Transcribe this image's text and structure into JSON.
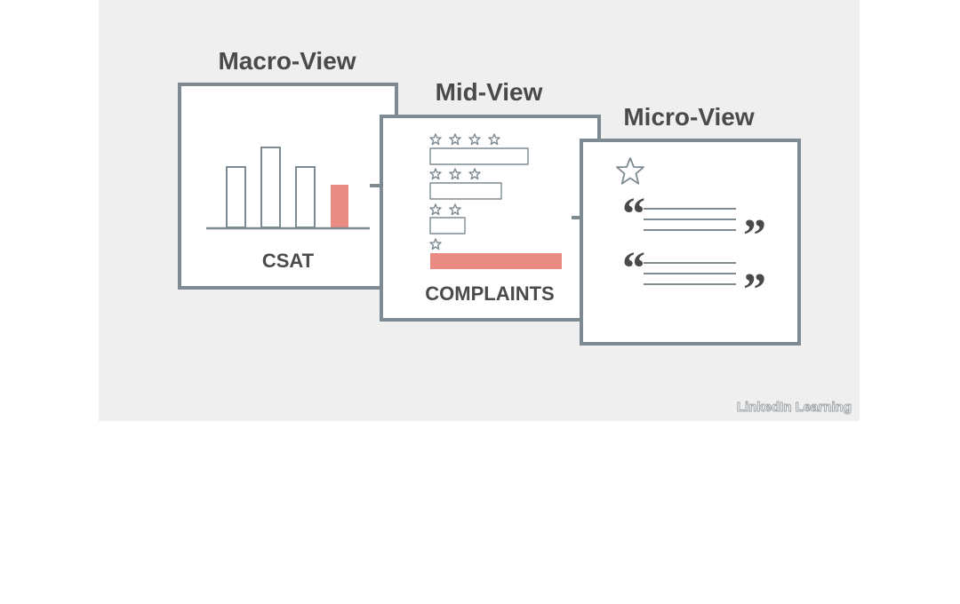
{
  "diagram": {
    "titles": {
      "macro": "Macro-View",
      "mid": "Mid-View",
      "micro": "Micro-View"
    },
    "labels": {
      "macro": "CSAT",
      "mid": "COMPLAINTS"
    },
    "quote_marks": {
      "open": "“",
      "close": "”"
    },
    "watermark": "LinkedIn Learning",
    "colors": {
      "background": "#efefef",
      "frame": "#7d8a91",
      "panel": "#ffffff",
      "highlight": "#e98b83",
      "text": "#4a4a4a"
    }
  }
}
